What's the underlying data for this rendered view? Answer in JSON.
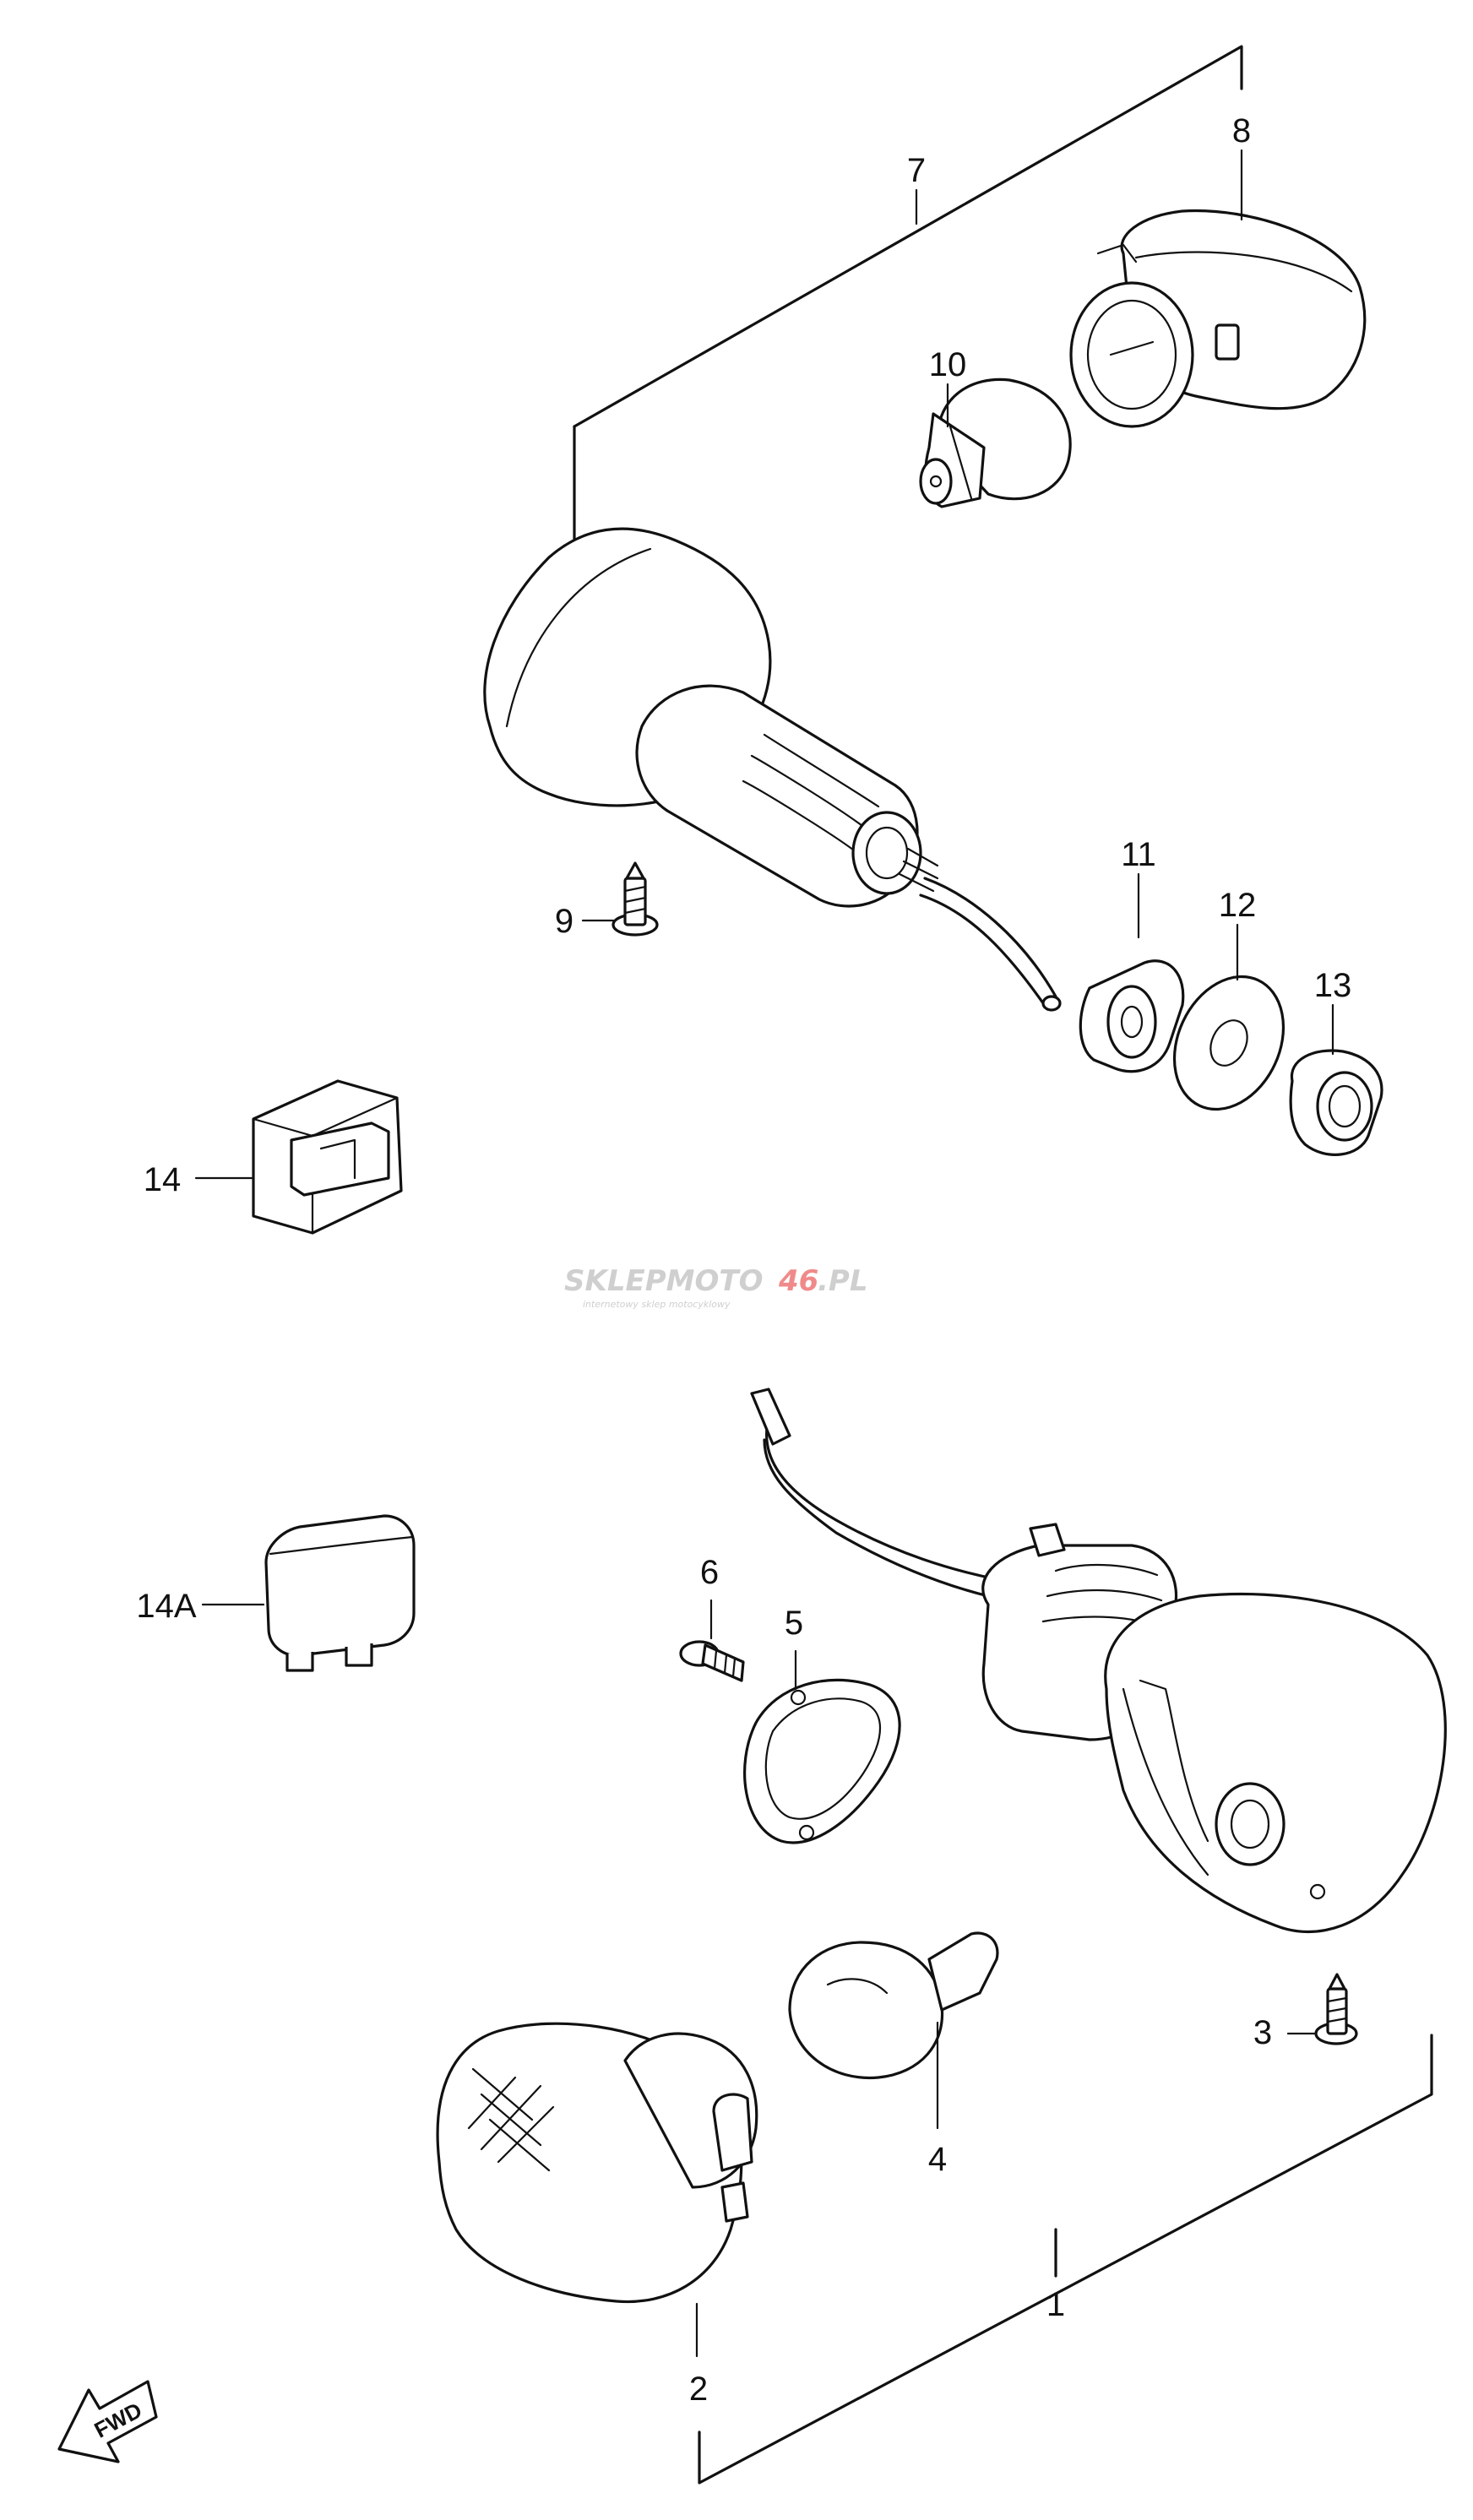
{
  "callouts": [
    {
      "id": "1",
      "label": "1"
    },
    {
      "id": "2",
      "label": "2"
    },
    {
      "id": "3",
      "label": "3"
    },
    {
      "id": "4",
      "label": "4"
    },
    {
      "id": "5",
      "label": "5"
    },
    {
      "id": "6",
      "label": "6"
    },
    {
      "id": "7",
      "label": "7"
    },
    {
      "id": "8",
      "label": "8"
    },
    {
      "id": "9",
      "label": "9"
    },
    {
      "id": "10",
      "label": "10"
    },
    {
      "id": "11",
      "label": "11"
    },
    {
      "id": "12",
      "label": "12"
    },
    {
      "id": "13",
      "label": "13"
    },
    {
      "id": "14",
      "label": "14"
    },
    {
      "id": "14A",
      "label": "14A"
    }
  ],
  "fwd_label": "FWD",
  "watermark": {
    "brand_a": "SKLEPMOTO",
    "brand_b": "46",
    "brand_c": ".PL",
    "tagline": "internetowy sklep motocyklowy",
    "color_light": "#cfcfcf",
    "color_accent": "#f08a8a"
  }
}
